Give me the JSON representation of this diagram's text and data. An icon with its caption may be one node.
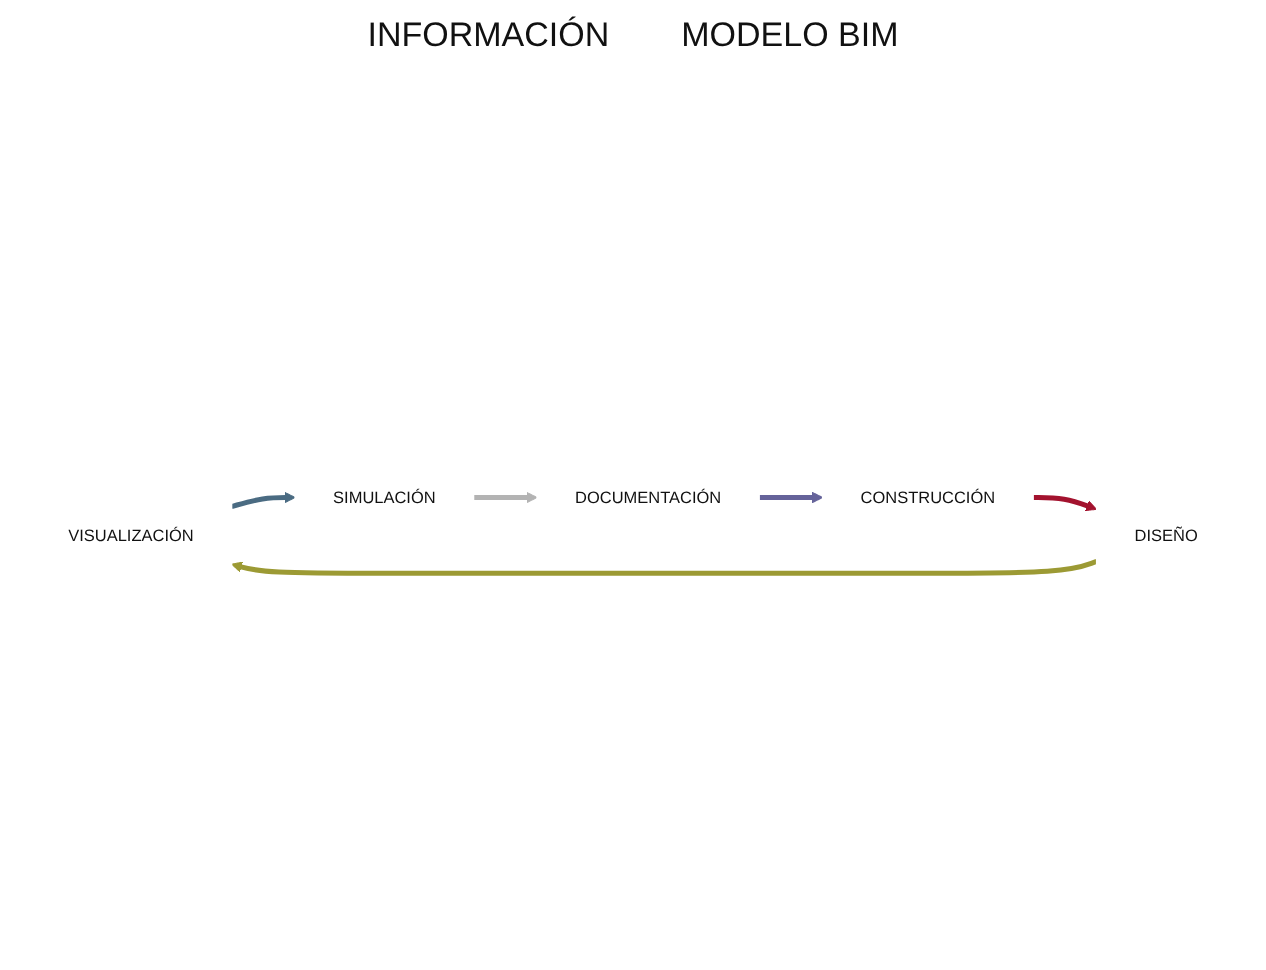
{
  "diagram": {
    "nodes": [
      {
        "text": [
          "VISUALIZACIÓN"
        ]
      },
      {
        "text": [
          "SIMULACIÓN"
        ]
      },
      {
        "text": [
          "DOCUMENTACIÓN"
        ]
      },
      {
        "text": [
          "CONSTRUCCIÓN"
        ]
      },
      {
        "text": [
          "DISEÑO"
        ]
      }
    ],
    "edges": [
      {
        "from": 0,
        "to": 1,
        "arrow": "to",
        "color": "#4a6b82"
      },
      {
        "from": 1,
        "to": 2,
        "arrow": "to",
        "color": "#b3b3b3"
      },
      {
        "from": 2,
        "to": 3,
        "arrow": "to",
        "color": "#65639a"
      },
      {
        "from": 3,
        "to": 4,
        "arrow": "to",
        "color": "#a3122e"
      },
      {
        "from": 4,
        "to": 0,
        "arrow": "to",
        "color": "#9c9a34"
      }
    ],
    "labels": [
      "INFORMACIÓN",
      "MODELO BIM"
    ]
  }
}
